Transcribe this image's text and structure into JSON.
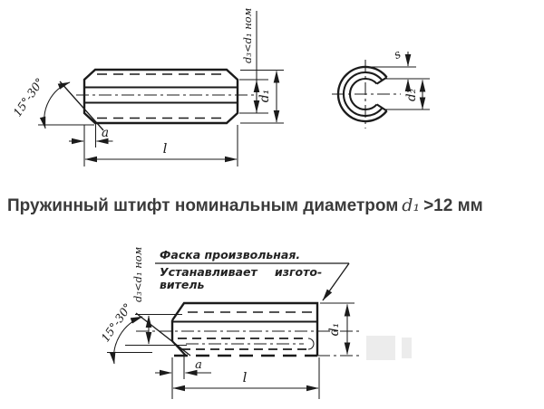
{
  "colors": {
    "line": "#1b1b1b",
    "caption_text": "#3a3a3a",
    "watermark": "#e0e0e0"
  },
  "caption": {
    "text": "Пружинный штифт номинальным диаметром",
    "symbol": "d₁",
    "suffix": ">12 мм"
  },
  "top_view": {
    "angle_label": "15°-30°",
    "d3_note": "d₃<d₁ ном",
    "dim_a": "a",
    "dim_l": "l",
    "dim_d1": "d₁"
  },
  "end_view": {
    "dim_s": "s",
    "dim_d2": "d₂"
  },
  "bottom_view": {
    "note_line1": "Фаска произвольная.",
    "note_line2a": "Устанавливает",
    "note_line2b": "изгото-",
    "note_line3": "витель",
    "angle_label": "15°-30°",
    "d3_note": "d₃<d₁ ном",
    "dim_a": "a",
    "dim_l": "l",
    "dim_d1": "d₁"
  }
}
